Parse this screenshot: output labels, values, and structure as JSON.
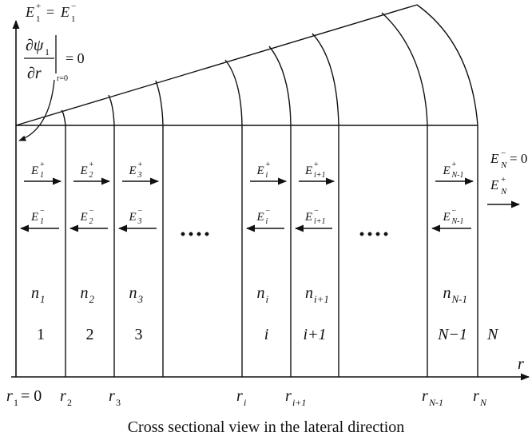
{
  "top_condition": {
    "lhs": "E",
    "lhs_sub": "1",
    "lhs_sup": "+",
    "eq": "=",
    "rhs": "E",
    "rhs_sub": "1",
    "rhs_sup": "−"
  },
  "boundary_condition": {
    "numerator": "∂ψ",
    "numerator_sub": "1",
    "denominator": "∂r",
    "eval_sub": "r=0",
    "equals": "= 0"
  },
  "axis_label": "r",
  "right_boundary": {
    "e_minus": {
      "base": "E",
      "sub": "N",
      "sup": "−",
      "equals": "= 0"
    },
    "e_plus": {
      "base": "E",
      "sub": "N",
      "sup": "+"
    }
  },
  "layers": [
    {
      "fwd_sub": "1",
      "bwd_sub": "1",
      "n_sub": "1",
      "number": "1"
    },
    {
      "fwd_sub": "2",
      "bwd_sub": "2",
      "n_sub": "2",
      "number": "2"
    },
    {
      "fwd_sub": "3",
      "bwd_sub": "3",
      "n_sub": "3",
      "number": "3"
    },
    {
      "fwd_sub": "i",
      "bwd_sub": "i",
      "n_sub": "i",
      "number": "i"
    },
    {
      "fwd_sub": "i+1",
      "bwd_sub": "i+1",
      "n_sub": "i+1",
      "number": "i+1"
    },
    {
      "fwd_sub": "N-1",
      "bwd_sub": "N-1",
      "n_sub": "N-1",
      "number": "N−1"
    }
  ],
  "last_layer_number": "N",
  "ellipsis": "····",
  "field_symbol": "E",
  "index_symbol": "n",
  "sign_plus": "+",
  "sign_minus": "−",
  "r_labels": {
    "r1": {
      "base": "r",
      "sub": "1",
      "suffix": "= 0"
    },
    "r2": {
      "base": "r",
      "sub": "2"
    },
    "r3": {
      "base": "r",
      "sub": "3"
    },
    "ri": {
      "base": "r",
      "sub": "i"
    },
    "ri1": {
      "base": "r",
      "sub": "i+1"
    },
    "rN1": {
      "base": "r",
      "sub": "N-1"
    },
    "rN": {
      "base": "r",
      "sub": "N"
    }
  },
  "caption": "Cross sectional view in the lateral direction"
}
